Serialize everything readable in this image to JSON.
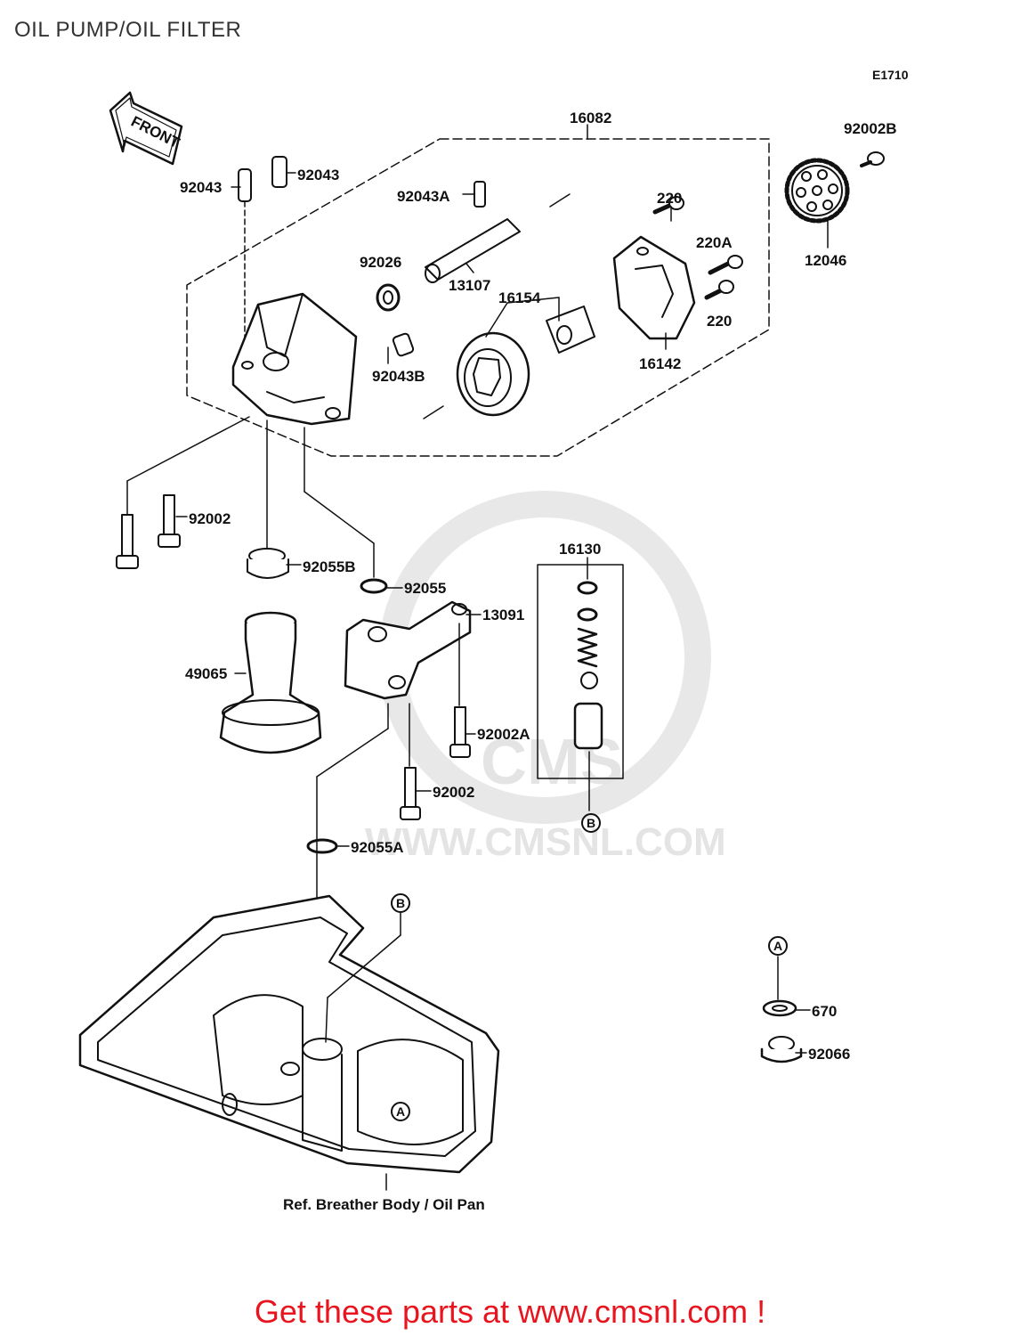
{
  "title": "OIL PUMP/OIL FILTER",
  "diagram_code": "E1710",
  "front_arrow": "FRONT",
  "parts": {
    "p16082": "16082",
    "p92002B": "92002B",
    "p92043_a": "92043",
    "p92043_b": "92043",
    "p92043A": "92043A",
    "p220_a": "220",
    "p220A": "220A",
    "p220_b": "220",
    "p12046": "12046",
    "p92026": "92026",
    "p13107": "13107",
    "p16154": "16154",
    "p16142": "16142",
    "p92043B": "92043B",
    "p92002_a": "92002",
    "p92055B": "92055B",
    "p92055": "92055",
    "p16130": "16130",
    "p13091": "13091",
    "p49065": "49065",
    "p92002A": "92002A",
    "p92002_b": "92002",
    "p92055A": "92055A",
    "p670": "670",
    "p92066": "92066"
  },
  "ref_markers": {
    "b1": "B",
    "b2": "B",
    "a1": "A",
    "a2": "A"
  },
  "reference_note": "Ref. Breather Body / Oil Pan",
  "watermark": "WWW.CMSNL.COM",
  "watermark_logo": "CMS",
  "footer": "Get these parts at www.cmsnl.com !",
  "colors": {
    "footer": "#e8141e",
    "line": "#111111",
    "watermark": "#e4e4e4"
  }
}
